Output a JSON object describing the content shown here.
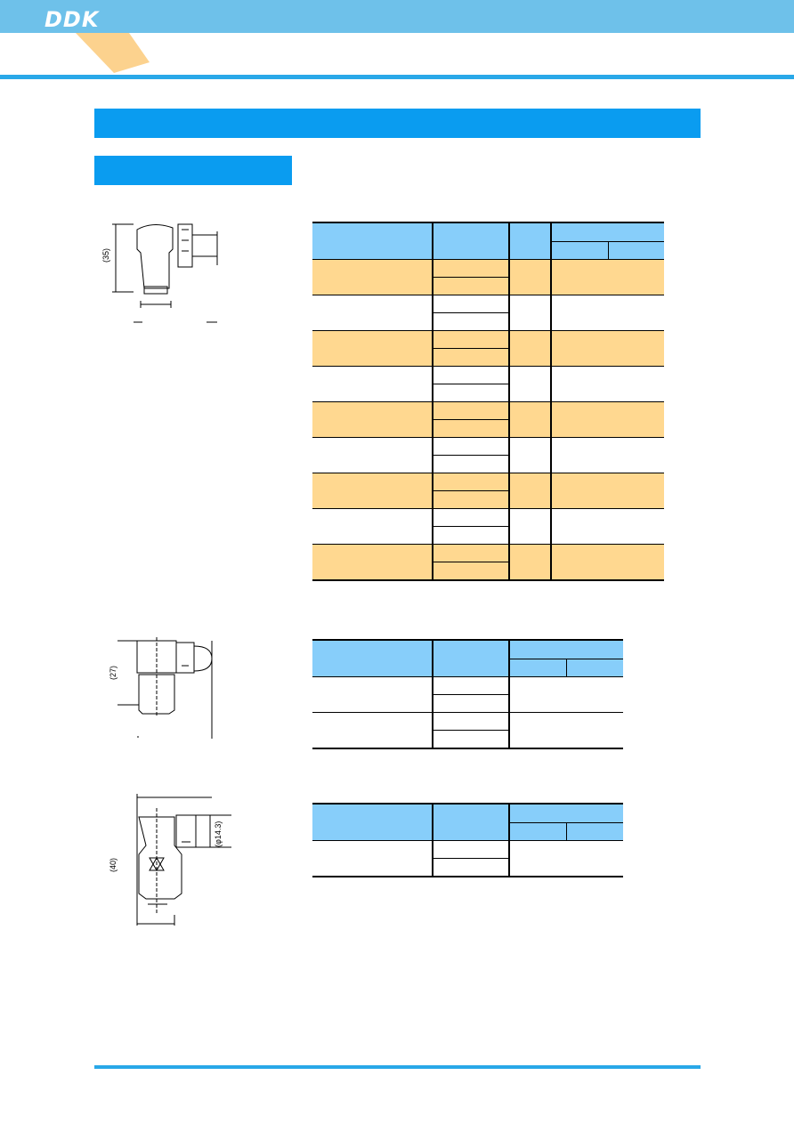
{
  "brand": {
    "logo_text": "DDK",
    "header_color": "#6ec1ea",
    "accent_color": "#0a9cf0",
    "highlight_color": "#ffd890",
    "table_head_color": "#87cefa"
  },
  "drawings": {
    "d1": {
      "dim_height": "(35)"
    },
    "d2": {
      "dim_height": "(27)"
    },
    "d3": {
      "dim_height": "(40)",
      "dim_diameter": "(φ14.3)"
    }
  },
  "icons": [
    "connector-side-view-icon",
    "connector-plug-view-icon",
    "connector-angle-view-icon"
  ]
}
